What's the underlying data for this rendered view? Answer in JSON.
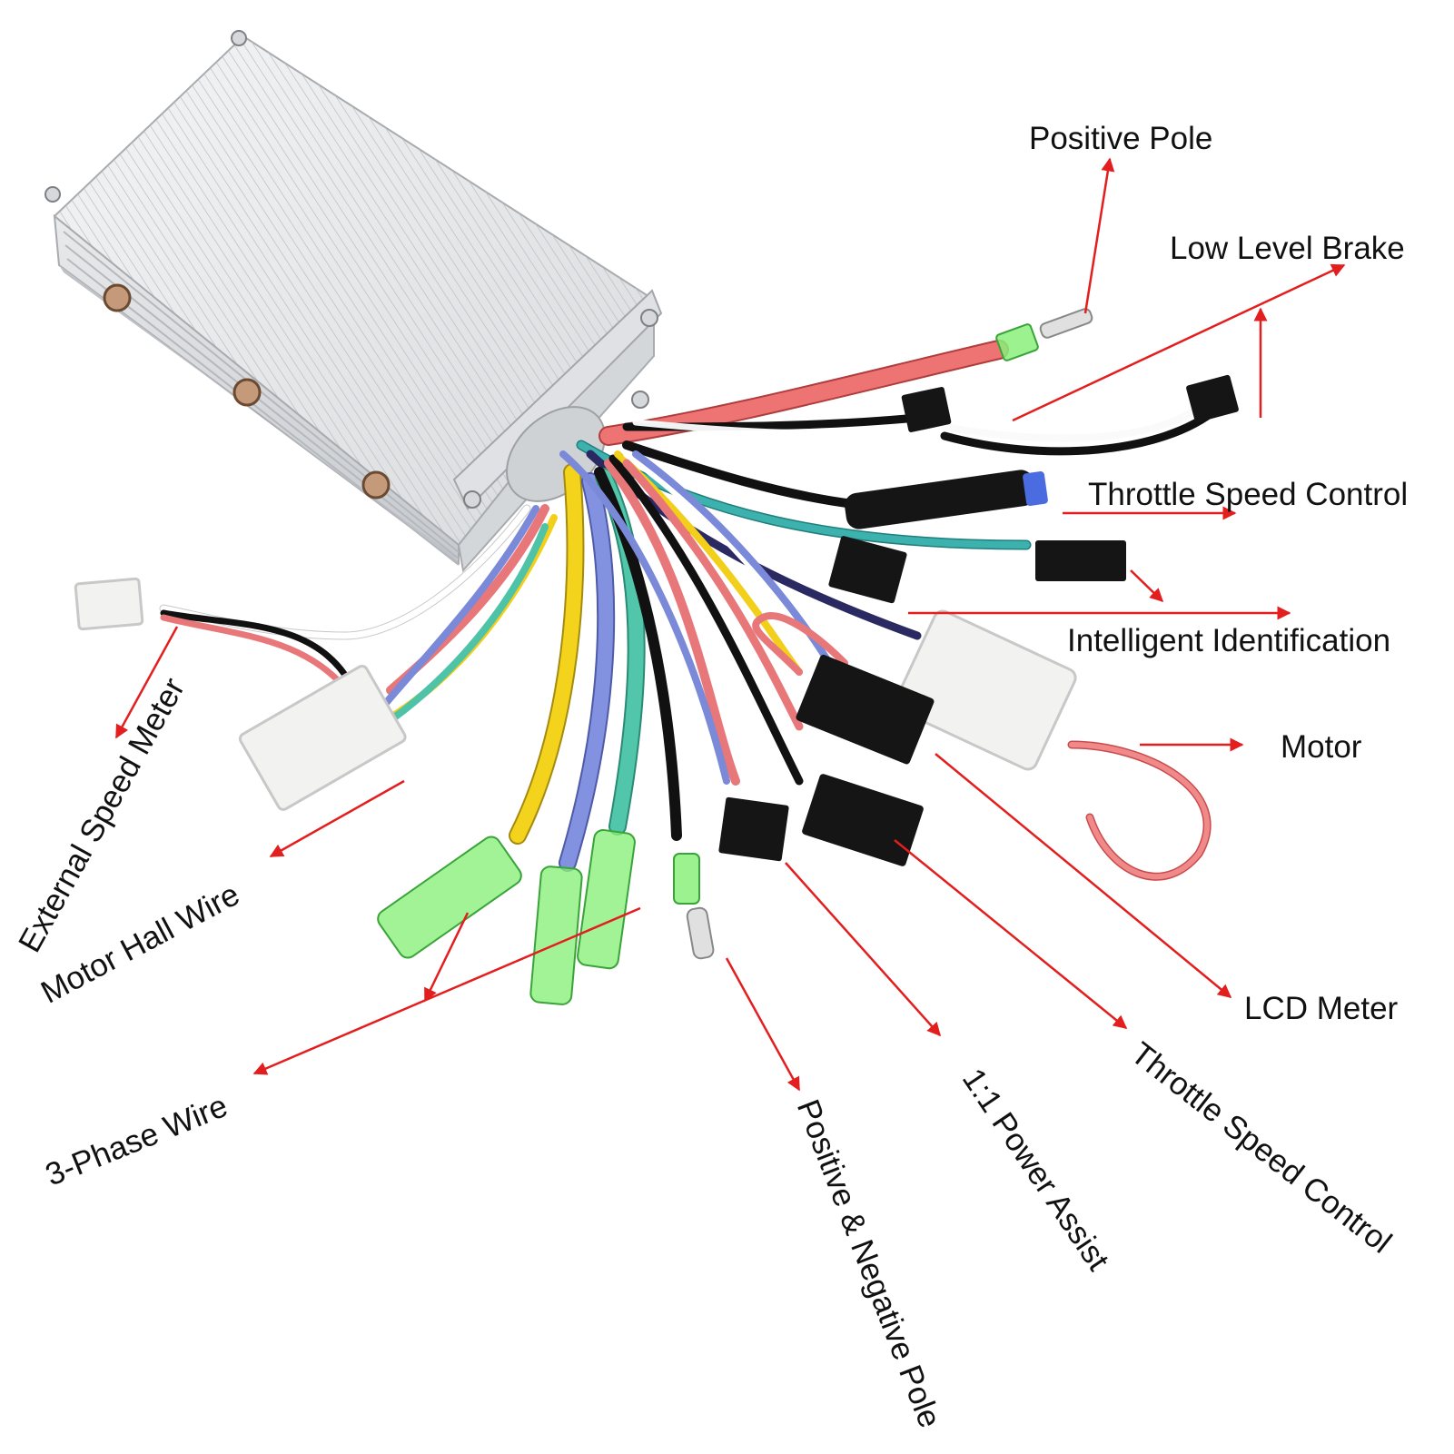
{
  "colors": {
    "arrow": "#e31e1e",
    "housing": "#e4e6e8",
    "housing_dark": "#c9ccd0",
    "connector_black": "#151515",
    "connector_white": "#f2f2f0",
    "terminal_green": "#8af07a"
  },
  "labels": {
    "positive_pole": "Positive Pole",
    "low_level_brake": "Low Level Brake",
    "throttle_speed_control_top": "Throttle Speed Control",
    "intelligent_identification": "Intelligent Identification",
    "motor": "Motor",
    "lcd_meter": "LCD Meter",
    "throttle_speed_control_bottom": "Throttle Speed Control",
    "power_assist": "1:1 Power Assist",
    "positive_negative_pole": "Positive & Negative Pole",
    "three_phase_wire": "3-Phase Wire",
    "motor_hall_wire": "Motor Hall Wire",
    "external_speed_meter": "External Speed Meter"
  },
  "wire_colors": [
    "#e8777a",
    "#ffffff",
    "#1a1a1a",
    "#2fa8a6",
    "#3c3a78",
    "#f2cf1b",
    "#7b89d9",
    "#4fc3a8"
  ]
}
